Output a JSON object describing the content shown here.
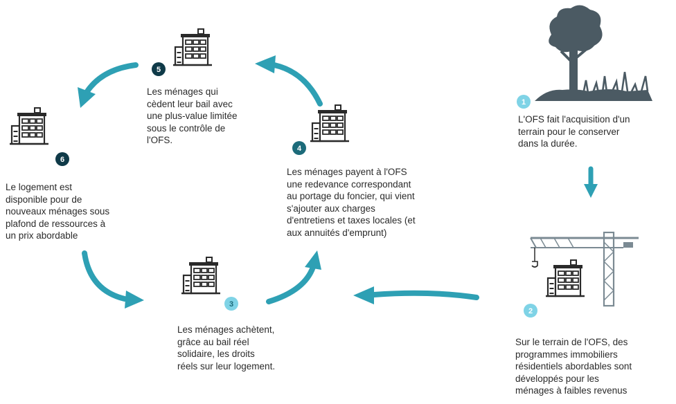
{
  "colors": {
    "arrow": "#2ea0b4",
    "ink": "#2a2a2a",
    "badge_light": "#7fd3e6",
    "badge_teal": "#1c6b7a",
    "badge_dark": "#0f3a48",
    "tree": "#4b5a63",
    "crane": "#7b8a93"
  },
  "steps": [
    {
      "number": "1",
      "lines": [
        "L'OFS fait l'acquisition d'un",
        "terrain pour le conserver",
        "dans la durée."
      ]
    },
    {
      "number": "2",
      "lines": [
        "Sur le terrain de l'OFS, des",
        "programmes immobiliers",
        "résidentiels abordables sont",
        "développés pour les",
        "ménages à faibles revenus"
      ]
    },
    {
      "number": "3",
      "lines": [
        "Les ménages achètent,",
        "grâce au bail réel",
        "solidaire, les droits",
        "réels sur leur logement."
      ]
    },
    {
      "number": "4",
      "lines": [
        "Les ménages payent à l'OFS",
        "une redevance correspondant",
        "au portage du foncier, qui vient",
        "s'ajouter aux charges",
        "d'entretiens et taxes locales (et",
        "aux annuités d'emprunt)"
      ]
    },
    {
      "number": "5",
      "lines": [
        "Les ménages qui",
        "cèdent leur bail avec",
        "une plus-value limitée",
        "sous le contrôle de",
        "l'OFS."
      ]
    },
    {
      "number": "6",
      "lines": [
        "Le logement est",
        "disponible pour de",
        "nouveaux ménages sous",
        "plafond de ressources à",
        "un prix abordable"
      ]
    }
  ]
}
